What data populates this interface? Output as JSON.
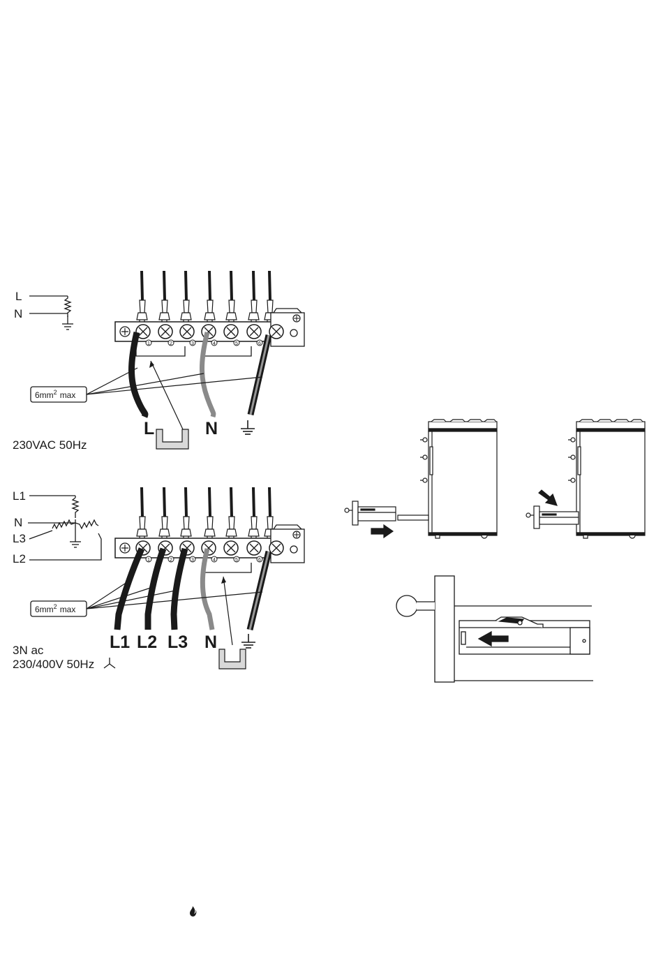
{
  "single_phase": {
    "schematic_labels": [
      "L",
      "N"
    ],
    "cable_note": "6mm² max",
    "cable_note_main": "6mm",
    "cable_note_sup": "2",
    "cable_note_tail": "max",
    "terminal_labels": [
      "L",
      "N"
    ],
    "supply": "230VAC 50Hz"
  },
  "three_phase": {
    "schematic_labels": [
      "L1",
      "N",
      "L3",
      "L2"
    ],
    "cable_note": "6mm² max",
    "cable_note_main": "6mm",
    "cable_note_sup": "2",
    "cable_note_tail": "max",
    "terminal_labels": [
      "L1",
      "L2",
      "L3",
      "N"
    ],
    "supply_line1": "3N ac",
    "supply_line2": "230/400V 50Hz"
  },
  "terminal_numbers": [
    "1",
    "2",
    "3",
    "4",
    "5",
    "6"
  ],
  "icons": {
    "earth": "earth-ground-icon",
    "star": "star-connection-icon",
    "flame": "flame-icon",
    "arrow": "direction-arrow-icon"
  },
  "colors": {
    "ink": "#1a1a1a",
    "grey_wire": "#8a8a8a",
    "light_grey": "#bdbdbd"
  }
}
